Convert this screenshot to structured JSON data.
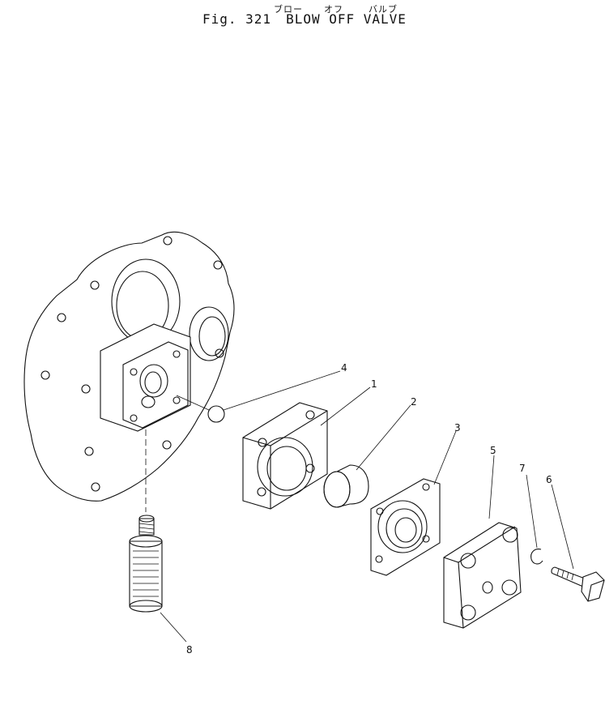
{
  "header": {
    "fig_label": "Fig. 321",
    "title": "BLOW OFF VALVE",
    "katakana": [
      "ブロー",
      "オフ",
      "バルブ"
    ]
  },
  "callouts": [
    "1",
    "2",
    "3",
    "4",
    "5",
    "6",
    "7",
    "8"
  ]
}
